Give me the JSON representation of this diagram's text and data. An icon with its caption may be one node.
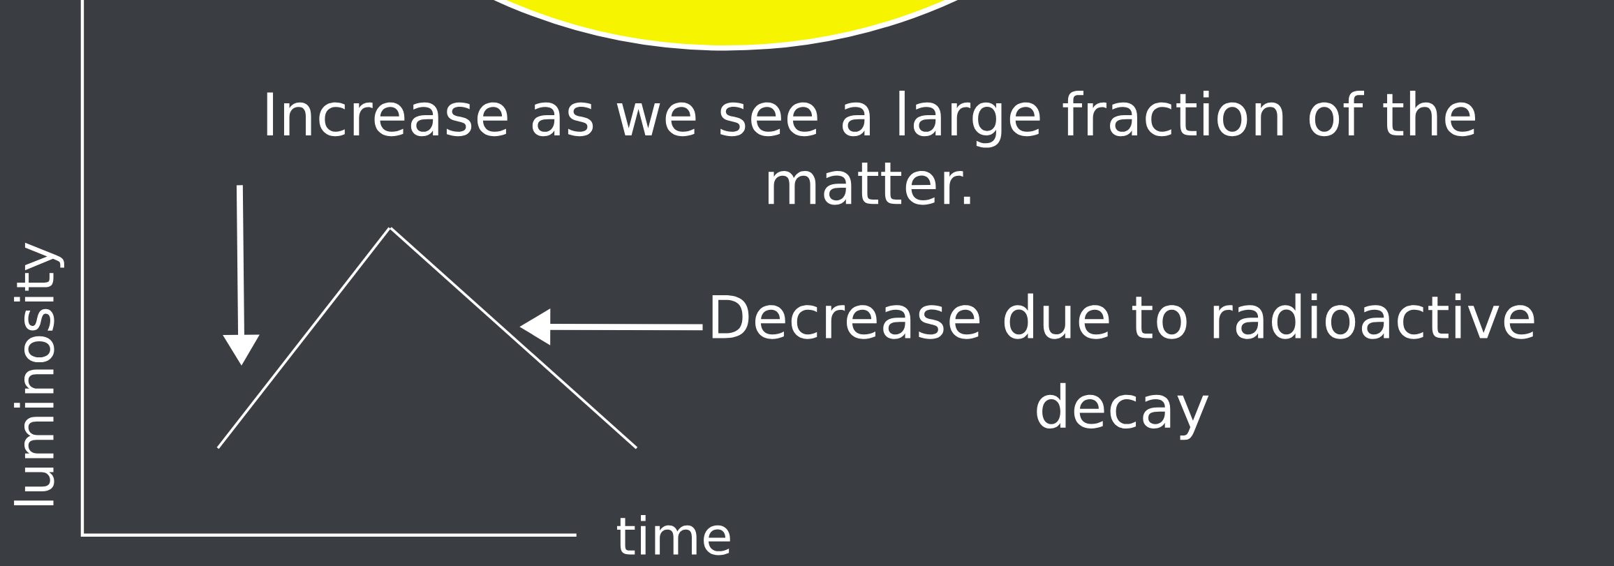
{
  "diagram": {
    "nodes": [
      {
        "text": [
          "Increase as we see a large fraction of the matter."
        ]
      },
      {
        "text": [],
        "shape": "line"
      },
      {
        "text": [
          "Decrease due to radioactive decay"
        ]
      },
      {
        "text": [],
        "shape": "line"
      }
    ],
    "edges": [
      {
        "from": 0,
        "to": 1,
        "arrow": "to"
      },
      {
        "from": 2,
        "to": 3,
        "arrow": "to"
      }
    ],
    "labels": [
      "luminosity",
      "time"
    ]
  }
}
